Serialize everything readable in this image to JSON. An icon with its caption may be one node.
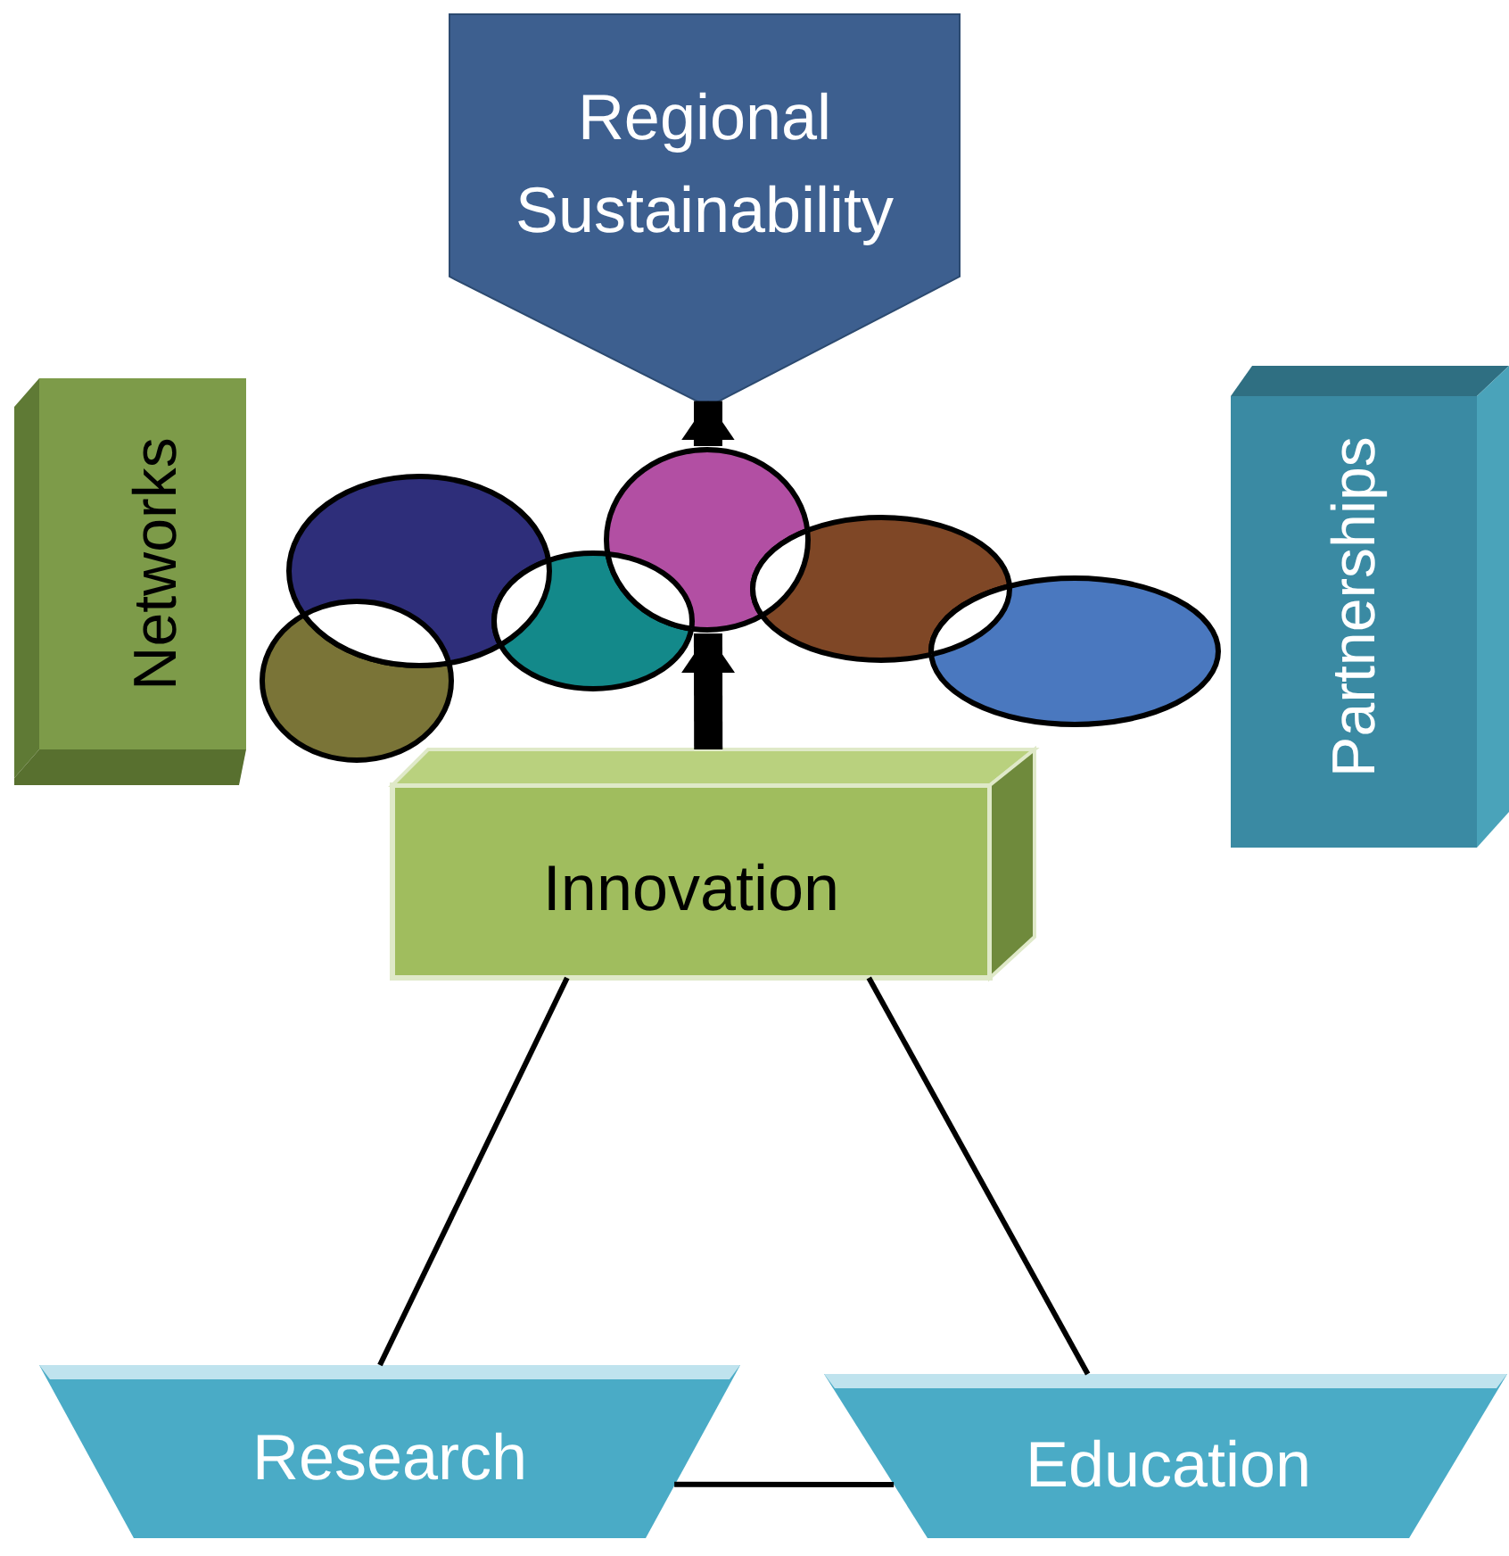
{
  "diagram": {
    "nodes": [
      {
        "text": [
          "Regional Sustainability"
        ]
      },
      {
        "text": [
          "Networks"
        ]
      },
      {
        "text": [
          "Partnerships"
        ]
      },
      {
        "text": [
          "Innovation"
        ]
      },
      {
        "text": [
          "Research"
        ]
      },
      {
        "text": [
          "Education"
        ]
      },
      {
        "text": [],
        "shape": "ellipse"
      },
      {
        "text": [],
        "shape": "ellipse"
      },
      {
        "text": [],
        "shape": "ellipse"
      },
      {
        "text": [],
        "shape": "ellipse"
      },
      {
        "text": [],
        "shape": "ellipse"
      },
      {
        "text": [],
        "shape": "ellipse"
      }
    ],
    "edges": [
      {
        "from": 3,
        "to": 9,
        "arrow": "to",
        "style": "thick"
      },
      {
        "from": 9,
        "to": 0,
        "arrow": "to",
        "style": "thick"
      },
      {
        "from": 3,
        "to": 4,
        "arrow": "none"
      },
      {
        "from": 3,
        "to": 5,
        "arrow": "none"
      },
      {
        "from": 4,
        "to": 5,
        "arrow": "none"
      }
    ]
  }
}
